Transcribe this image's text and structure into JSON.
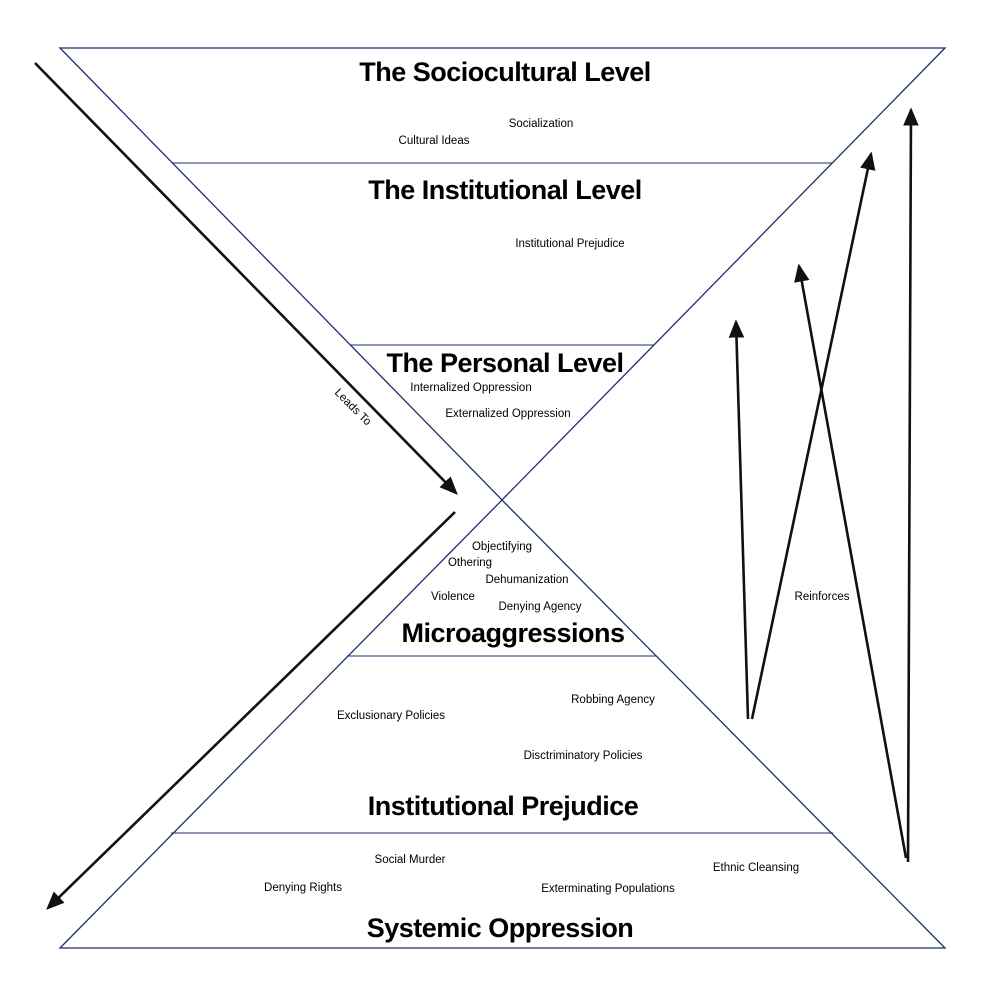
{
  "colors": {
    "outline": "#1c2f6b",
    "arrow": "#111111",
    "background": "#ffffff"
  },
  "headings": {
    "sociocultural": "The Sociocultural Level",
    "institutional": "The Institutional Level",
    "personal": "The Personal Level",
    "microaggressions": "Microaggressions",
    "institutional_prejudice": "Institutional Prejudice",
    "systemic": "Systemic Oppression"
  },
  "labels": {
    "socialization": "Socialization",
    "cultural_ideas": "Cultural Ideas",
    "institutional_prejudice_small": "Institutional Prejudice",
    "internalized_oppression": "Internalized Oppression",
    "externalized_oppression": "Externalized Oppression",
    "objectifying": "Objectifying",
    "othering": "Othering",
    "dehumanization": "Dehumanization",
    "violence": "Violence",
    "denying_agency": "Denying Agency",
    "robbing_agency": "Robbing Agency",
    "exclusionary_policies": "Exclusionary Policies",
    "discriminatory_policies": "Disctriminatory Policies",
    "social_murder": "Social Murder",
    "ethnic_cleansing": "Ethnic Cleansing",
    "denying_rights": "Denying Rights",
    "exterminating_populations": "Exterminating Populations"
  },
  "arrow_labels": {
    "leads_to": "Leads To",
    "reinforces": "Reinforces"
  }
}
